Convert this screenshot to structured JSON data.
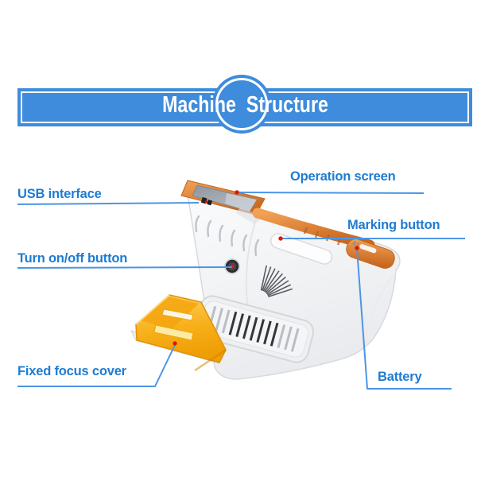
{
  "banner": {
    "title": "Machine Structure",
    "band_color": "#3E8CDB",
    "text_color": "#FFFFFF"
  },
  "callouts": [
    {
      "id": "usb-interface",
      "label": "USB interface"
    },
    {
      "id": "operation-screen",
      "label": "Operation screen"
    },
    {
      "id": "marking-button",
      "label": "Marking button"
    },
    {
      "id": "power-button",
      "label": "Turn on/off button"
    },
    {
      "id": "fixed-focus-cover",
      "label": "Fixed focus cover"
    },
    {
      "id": "battery",
      "label": "Battery"
    }
  ],
  "colors": {
    "label_text": "#1E7CD2",
    "leader_line": "#4C95E4",
    "callout_dot": "#E01800",
    "machine_trim_orange": "#D9782E",
    "machine_body_white": "#F4F5F7",
    "focus_cover_amber": "#F6A60C",
    "screen_gray": "#9BA1AA"
  }
}
